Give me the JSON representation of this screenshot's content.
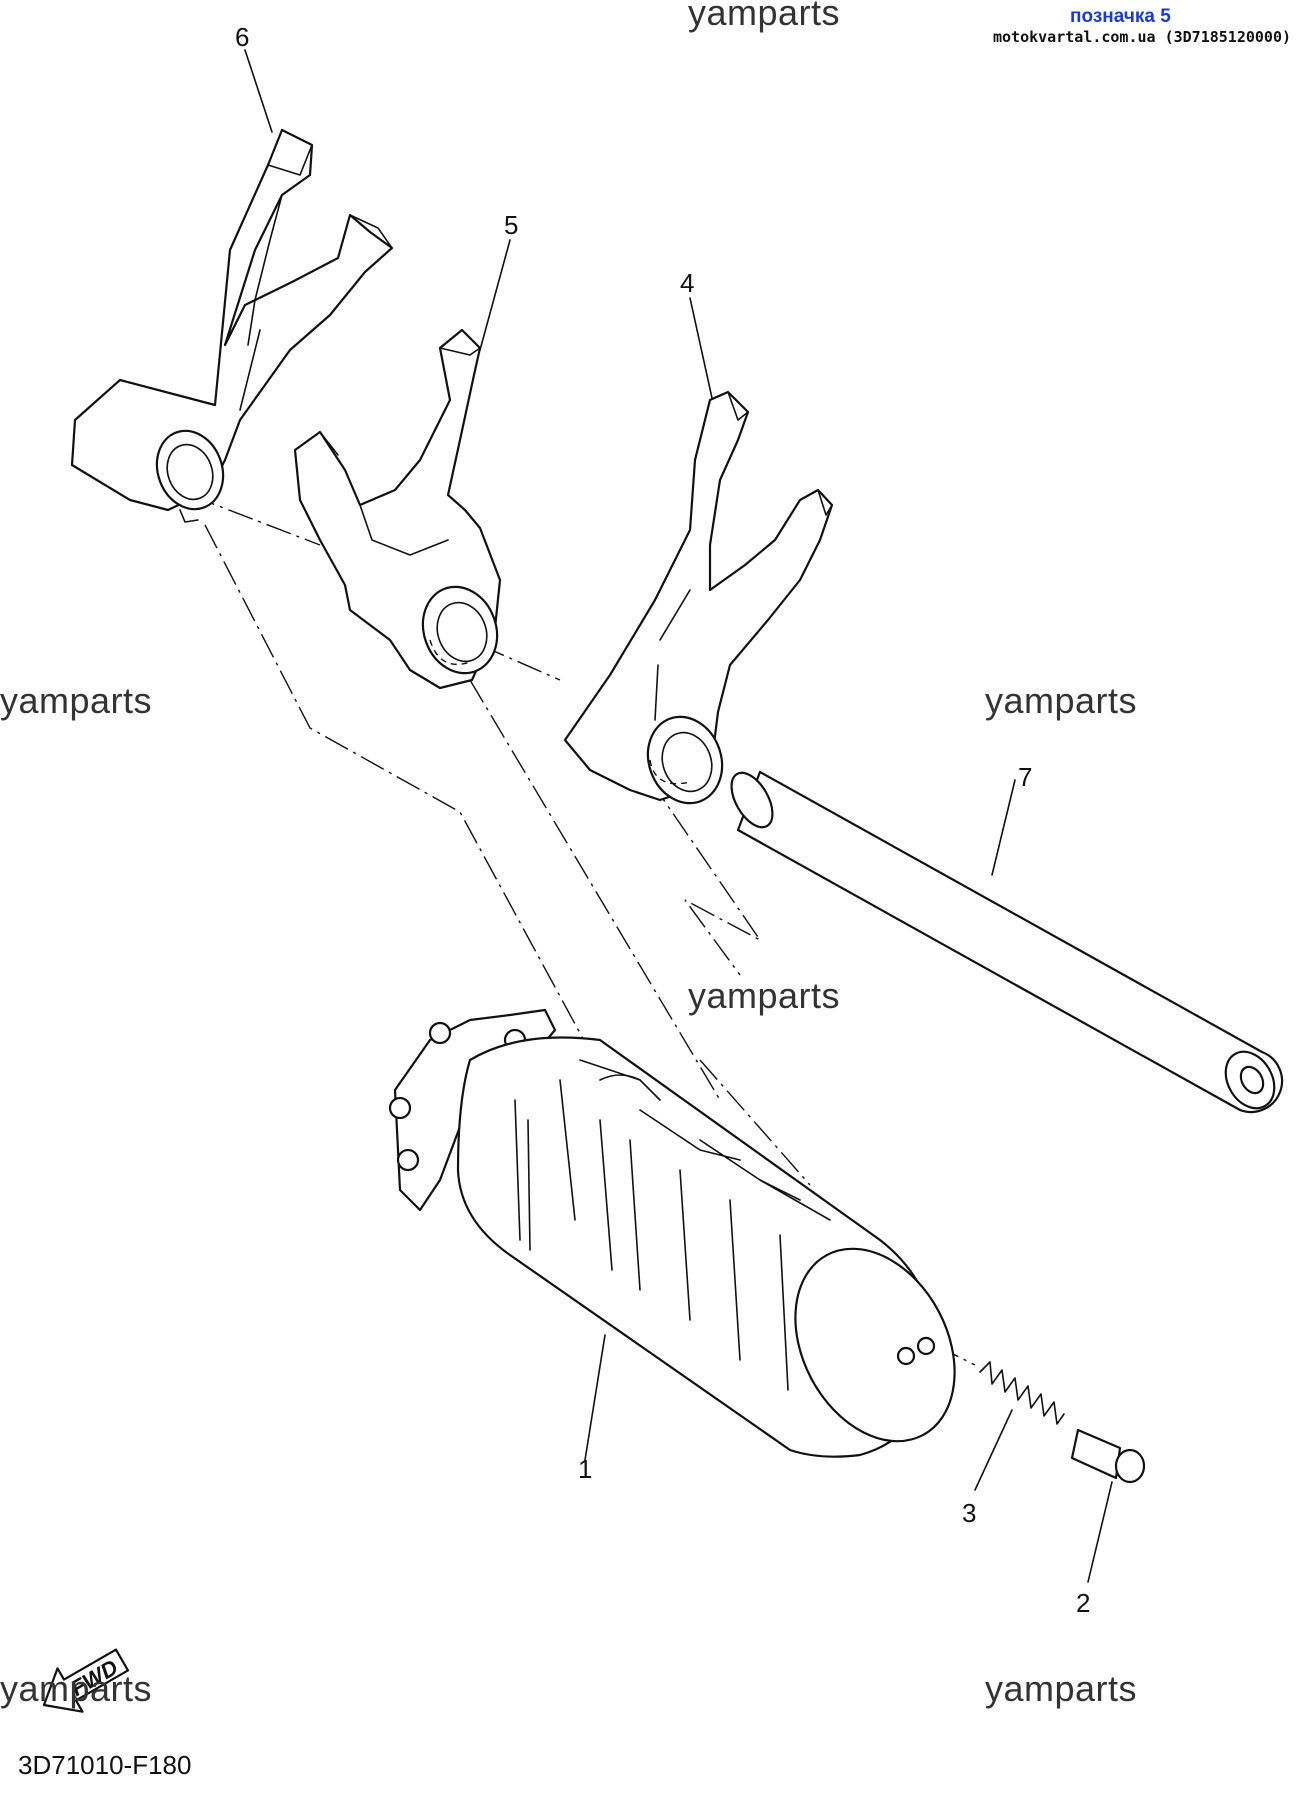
{
  "header": {
    "label_link": "позначка 5",
    "source_line": "motokvartal.com.ua (3D7185120000)"
  },
  "watermarks": [
    "yamparts",
    "yamparts",
    "yamparts",
    "yamparts",
    "yamparts",
    "yamparts"
  ],
  "callouts": [
    "1",
    "2",
    "3",
    "4",
    "5",
    "6",
    "7"
  ],
  "fwd_label": "FWD",
  "diagram_code": "3D71010-F180"
}
